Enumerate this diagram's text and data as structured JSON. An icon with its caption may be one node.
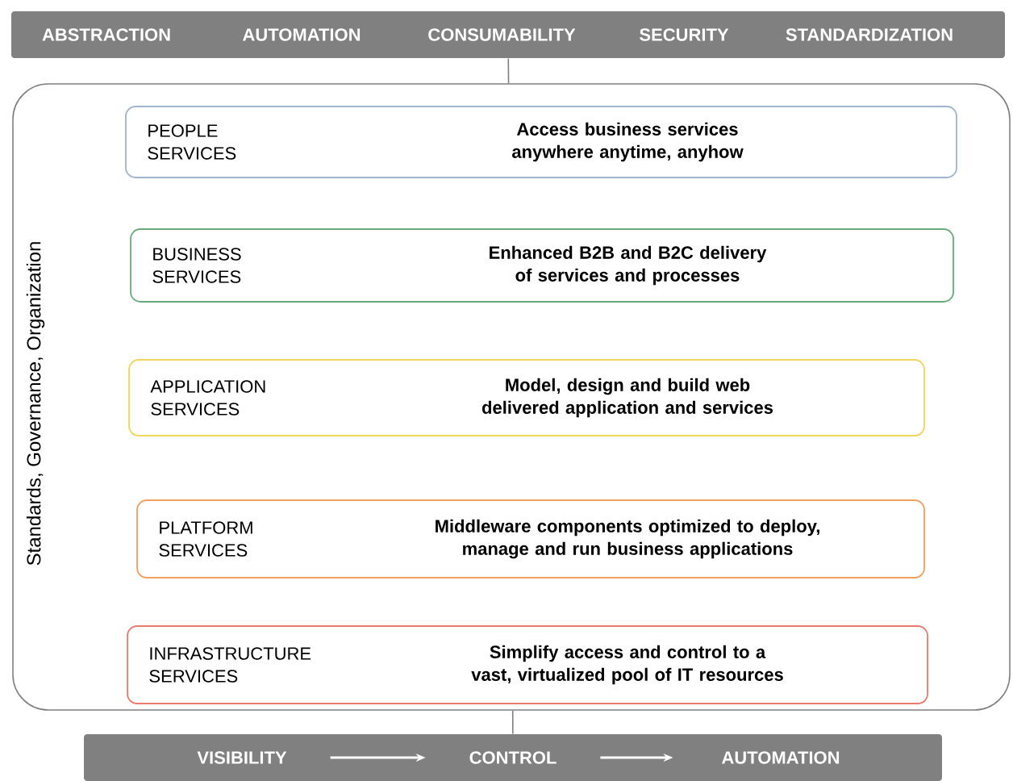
{
  "diagram": {
    "nodes": [
      {
        "text": [
          "ABSTRACTION",
          "AUTOMATION",
          "CONSUMABILITY",
          "SECURITY",
          "STANDARDIZATION"
        ]
      },
      {
        "text": [
          "Standards, Governance, Organization"
        ]
      },
      {
        "text": [
          "PEOPLE SERVICES",
          "Access business services anywhere anytime, anyhow"
        ],
        "in": 1
      },
      {
        "text": [
          "BUSINESS SERVICES",
          "Enhanced B2B and B2C delivery of services and processes"
        ],
        "in": 1
      },
      {
        "text": [
          "APPLICATION SERVICES",
          "Model, design and build web delivered application and services"
        ],
        "in": 1
      },
      {
        "text": [
          "PLATFORM SERVICES",
          "Middleware components optimized to deploy, manage and run business applications"
        ],
        "in": 1
      },
      {
        "text": [
          "INFRASTRUCTURE SERVICES",
          "Simplify access and control to a vast, virtualized pool of IT resources"
        ],
        "in": 1
      },
      {
        "text": [],
        "shape": "bar"
      },
      {
        "text": [
          "VISIBILITY"
        ],
        "in": 7
      },
      {
        "text": [
          "CONTROL"
        ],
        "in": 7
      },
      {
        "text": [
          "AUTOMATION"
        ],
        "in": 7
      }
    ],
    "edges": [
      {
        "from": 0,
        "to": 1,
        "arrow": "none"
      },
      {
        "from": 1,
        "to": 7,
        "arrow": "none"
      },
      {
        "from": 8,
        "to": 9,
        "arrow": "to",
        "color": "#ffffff"
      },
      {
        "from": 9,
        "to": 10,
        "arrow": "to",
        "color": "#ffffff"
      }
    ]
  }
}
